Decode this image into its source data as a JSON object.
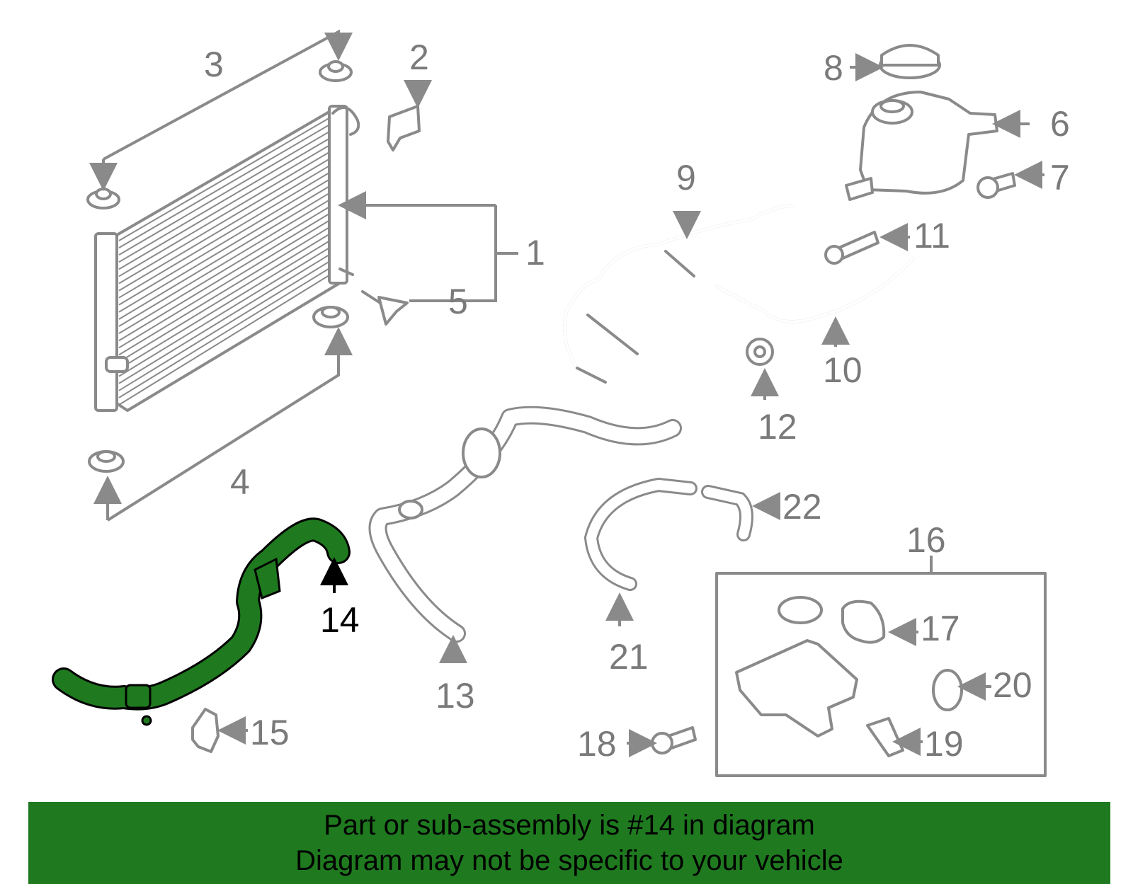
{
  "callouts": {
    "c1": "1",
    "c2": "2",
    "c3": "3",
    "c4": "4",
    "c5": "5",
    "c6": "6",
    "c7": "7",
    "c8": "8",
    "c9": "9",
    "c10": "10",
    "c11": "11",
    "c12": "12",
    "c13": "13",
    "c14": "14",
    "c15": "15",
    "c16": "16",
    "c17": "17",
    "c18": "18",
    "c19": "19",
    "c20": "20",
    "c21": "21",
    "c22": "22"
  },
  "highlighted_part": "14",
  "colors": {
    "highlight_part": "#1f7a1f",
    "banner_background": "#1f7a1f",
    "line_art": "#8a8a8a"
  },
  "footer": {
    "line1": "Part or sub-assembly is #14 in diagram",
    "line2": "Diagram may not be specific to your vehicle"
  }
}
